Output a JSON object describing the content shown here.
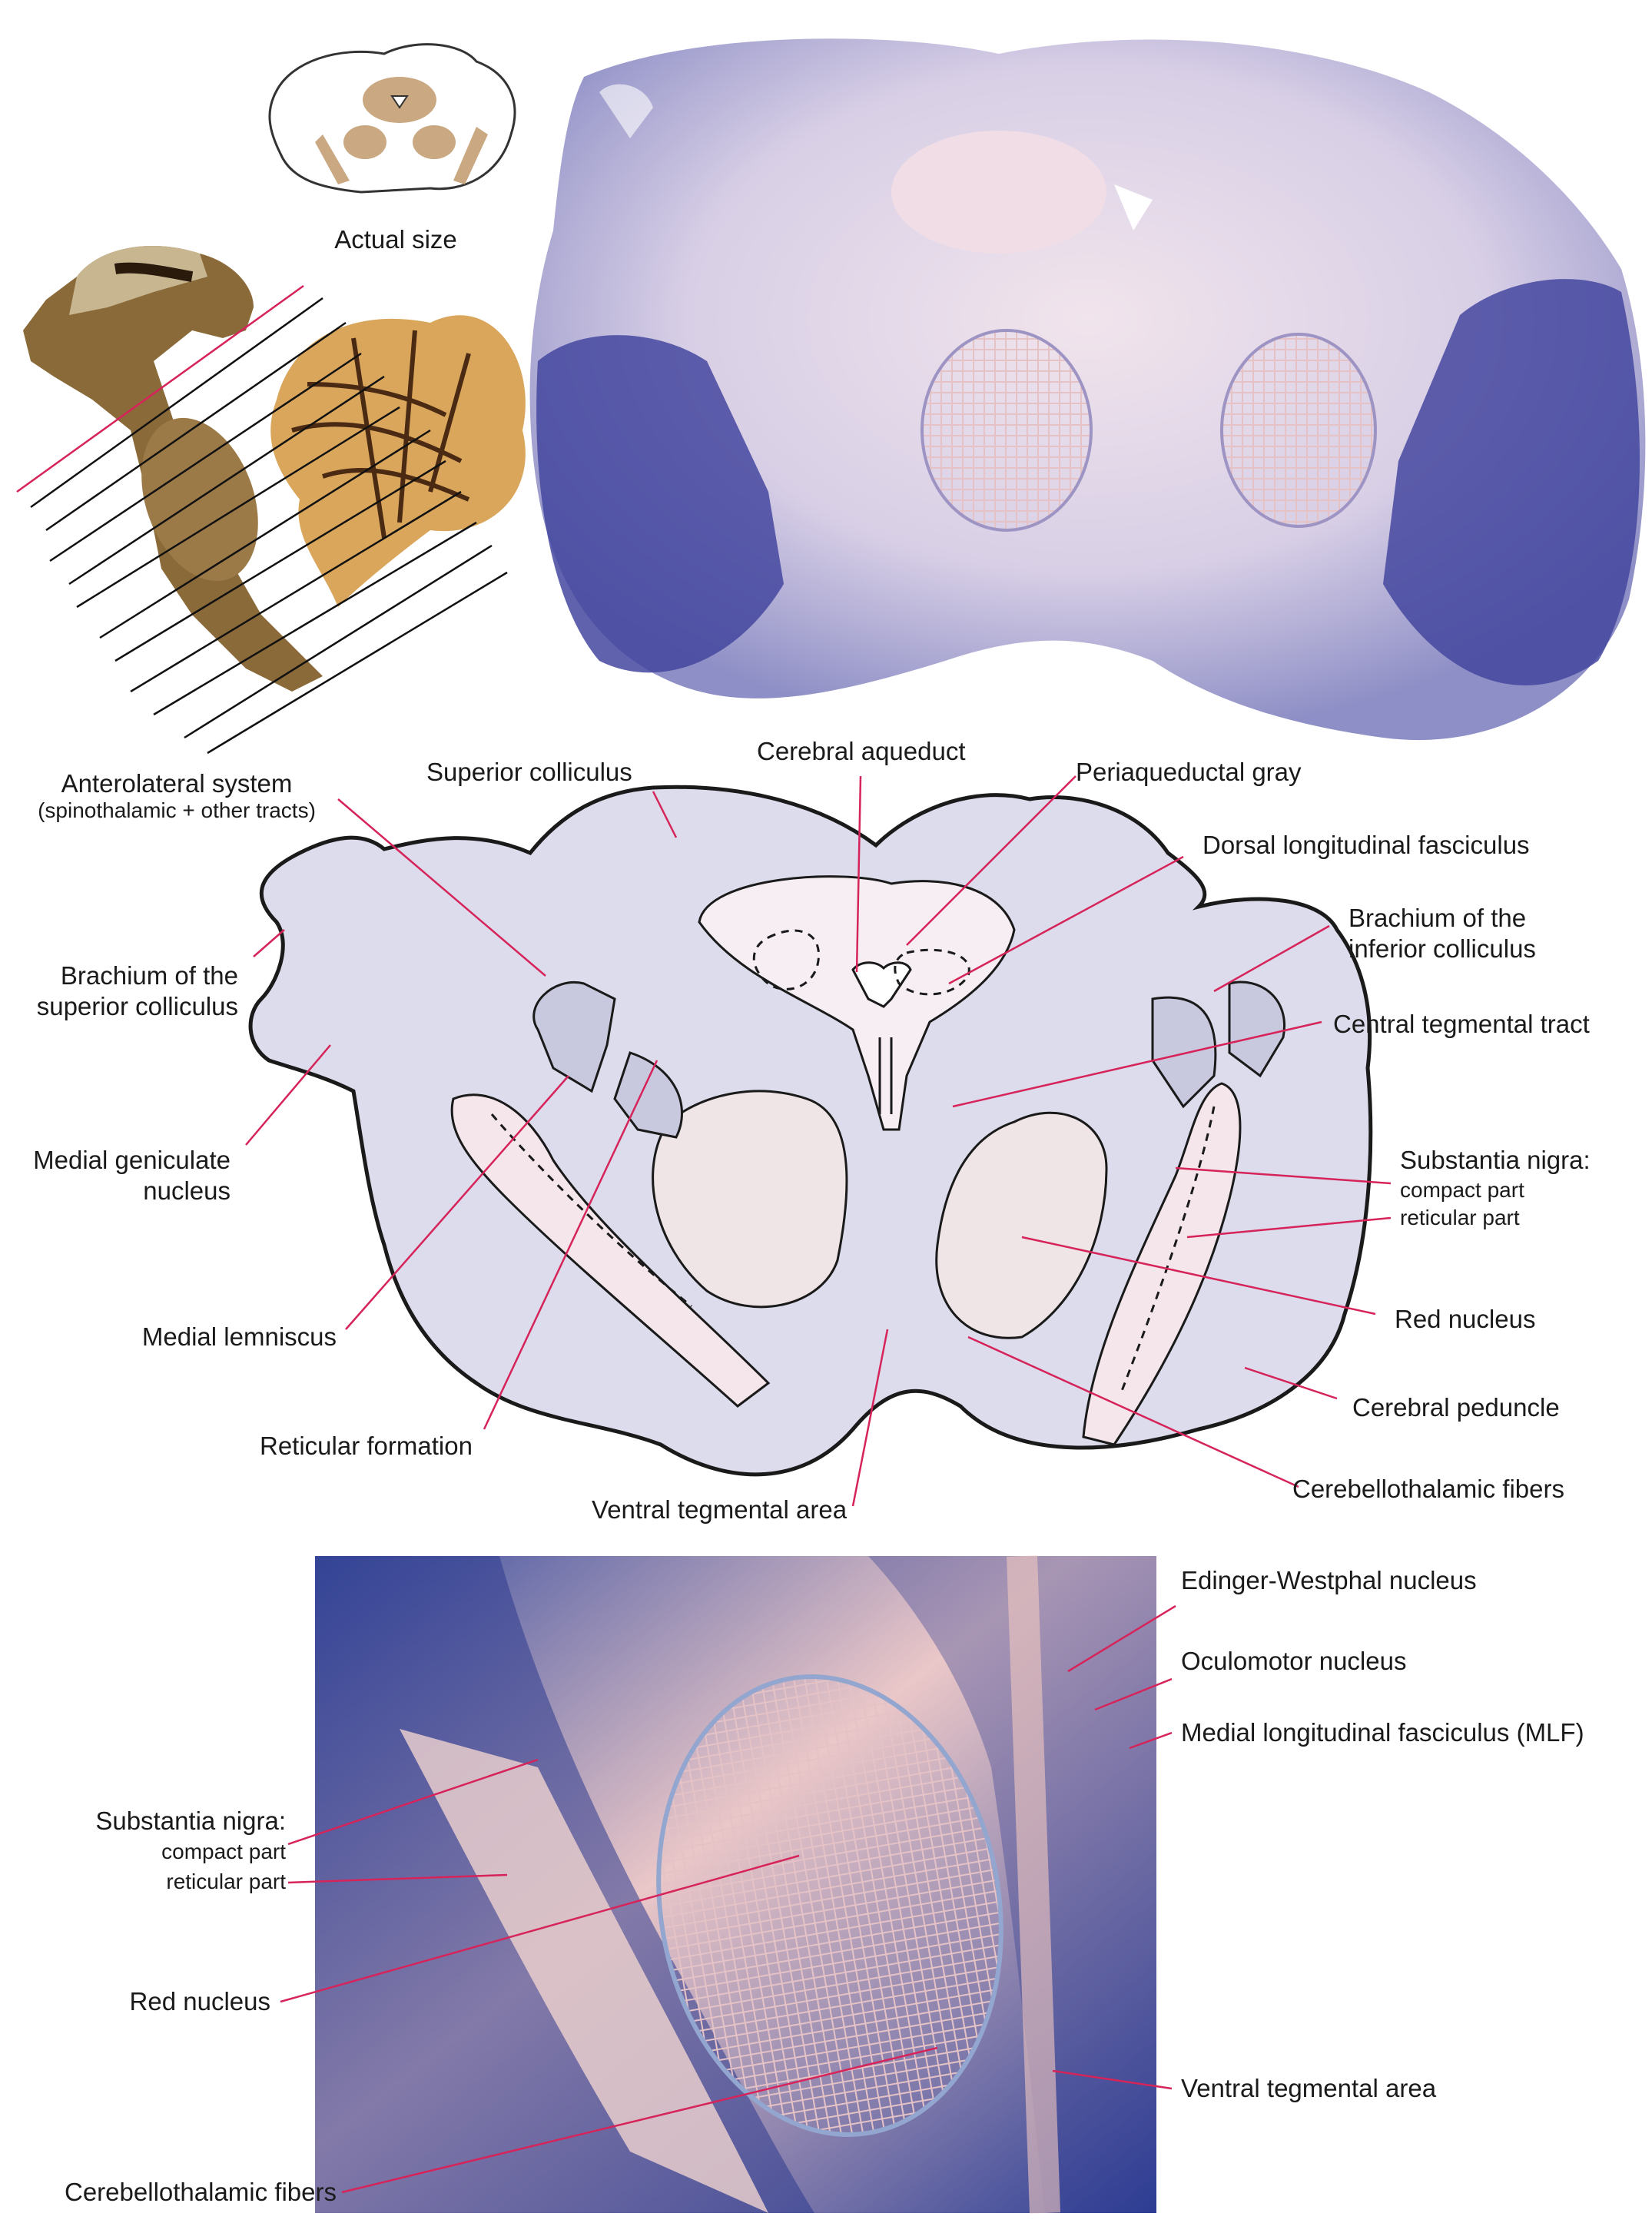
{
  "figure": {
    "inset": {
      "caption": "Actual size"
    },
    "diagram_labels": {
      "anterolateral": "Anterolateral system",
      "anterolateral_sub": "(spinothalamic + other tracts)",
      "superior_colliculus": "Superior colliculus",
      "cerebral_aqueduct": "Cerebral aqueduct",
      "periaqueductal_gray": "Periaqueductal gray",
      "dorsal_longitudinal_fasciculus": "Dorsal longitudinal fasciculus",
      "brachium_inferior_1": "Brachium of the",
      "brachium_inferior_2": "inferior colliculus",
      "brachium_superior_1": "Brachium of the",
      "brachium_superior_2": "superior colliculus",
      "central_tegmental_tract": "Central tegmental tract",
      "medial_geniculate_1": "Medial geniculate",
      "medial_geniculate_2": "nucleus",
      "substantia_nigra": "Substantia nigra:",
      "compact_part": "compact part",
      "reticular_part": "reticular part",
      "medial_lemniscus": "Medial lemniscus",
      "red_nucleus": "Red nucleus",
      "cerebral_peduncle": "Cerebral peduncle",
      "reticular_formation": "Reticular formation",
      "cerebellothalamic_fibers": "Cerebellothalamic fibers",
      "ventral_tegmental_area": "Ventral tegmental area"
    },
    "photo_labels": {
      "edinger_westphal": "Edinger-Westphal nucleus",
      "oculomotor_nucleus": "Oculomotor nucleus",
      "mlf": "Medial longitudinal fasciculus (MLF)",
      "substantia_nigra": "Substantia nigra:",
      "compact_part": "compact part",
      "reticular_part": "reticular part",
      "red_nucleus": "Red nucleus",
      "ventral_tegmental_area": "Ventral tegmental area",
      "cerebellothalamic_fibers": "Cerebellothalamic fibers"
    },
    "colors": {
      "leader_line": "#d6245a",
      "stain_dark": "#3d3f9a",
      "stain_light": "#e9dcea",
      "outline": "#1a1a1a"
    }
  }
}
